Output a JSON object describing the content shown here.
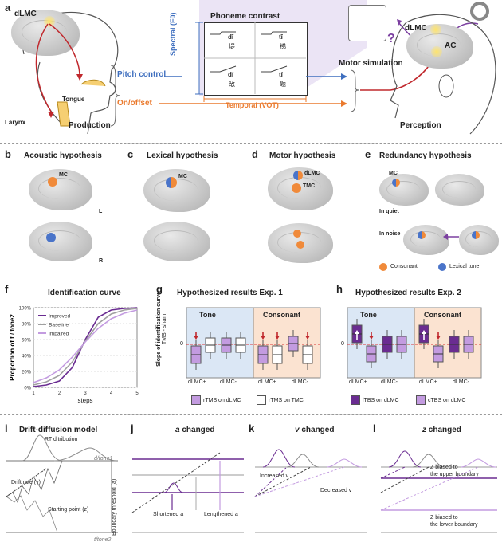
{
  "panel_a": {
    "label": "a",
    "dlmc_left": "dLMC",
    "larynx": "Larynx",
    "tongue": "Tongue",
    "production": "Production",
    "pitch_control": "Pitch control",
    "on_offset": "On/offset",
    "phoneme_contrast": "Phoneme contrast",
    "spectral": "Spectral (F0)",
    "temporal": "Temporal (VOT)",
    "cells": [
      {
        "pinyin": "dī",
        "char": "堤"
      },
      {
        "pinyin": "tī",
        "char": "梯"
      },
      {
        "pinyin": "dí",
        "char": "敌"
      },
      {
        "pinyin": "tí",
        "char": "题"
      }
    ],
    "dlmc_right": "dLMC",
    "ac": "AC",
    "question": "?",
    "motor_simulation": "Motor simulation",
    "perception": "Perception"
  },
  "panel_b": {
    "label": "b",
    "title": "Acoustic hypothesis",
    "mc": "MC",
    "L": "L",
    "R": "R"
  },
  "panel_c": {
    "label": "c",
    "title": "Lexical hypothesis",
    "mc": "MC"
  },
  "panel_d": {
    "label": "d",
    "title": "Motor hypothesis",
    "dlmc": "dLMC",
    "tmc": "TMC"
  },
  "panel_e": {
    "label": "e",
    "title": "Redundancy hypothesis",
    "mc": "MC",
    "in_quiet": "In quiet",
    "in_noise": "In noise",
    "legend_consonant": "Consonant",
    "legend_tone": "Lexical tone"
  },
  "panel_f": {
    "label": "f",
    "title": "Identification curve"
  },
  "panel_g": {
    "label": "g",
    "title": "Hypothesized results Exp. 1",
    "ylabel_1": "Slope of identification curve",
    "ylabel_2": "TMS - sham",
    "tone": "Tone",
    "consonant": "Consonant",
    "ticks": [
      "dLMC+",
      "dLMC-",
      "dLMC+",
      "dLMC-"
    ],
    "zero": "0",
    "legend_1": "rTMS on dLMC",
    "legend_2": "rTMS on TMC"
  },
  "panel_h": {
    "label": "h",
    "title": "Hypothesized results Exp. 2",
    "tone": "Tone",
    "consonant": "Consonant",
    "ticks": [
      "dLMC+",
      "dLMC-",
      "dLMC+",
      "dLMC-"
    ],
    "zero": "0",
    "legend_1": "iTBS on dLMC",
    "legend_2": "cTBS on dLMC"
  },
  "panel_i": {
    "label": "i",
    "title": "Drift-diffusion model",
    "rt": "RT ditribution",
    "d_tone1": "d/tone1",
    "t_tone2": "t/tone2",
    "drift": "Drift rate (v)",
    "start": "Starting point (z)",
    "boundary": "Boundary threshold (a)"
  },
  "panel_j": {
    "label": "j",
    "title_var": "a",
    "title_rest": " changed",
    "shortened": "Shortened a",
    "lengthened": "Lengthened a"
  },
  "panel_k": {
    "label": "k",
    "title_var": "v",
    "title_rest": " changed",
    "increased": "Increased v",
    "decreased": "Decreased v"
  },
  "panel_l": {
    "label": "l",
    "title_var": "z",
    "title_rest": " changed",
    "upper_1": "Z biased to",
    "upper_2": "the upper boundary",
    "lower_1": "Z biased to",
    "lower_2": "the lower boundary"
  },
  "chart_data": [
    {
      "type": "line",
      "title": "Identification curve",
      "xlabel": "steps",
      "ylabel": "Proportion of t / tone2",
      "xlim": [
        1,
        5
      ],
      "ylim": [
        0,
        100
      ],
      "x_ticks": [
        "1",
        "2",
        "3",
        "4",
        "5"
      ],
      "y_ticks": [
        "0%",
        "20%",
        "40%",
        "60%",
        "80%",
        "100%"
      ],
      "x": [
        1,
        1.5,
        2,
        2.5,
        3,
        3.5,
        4,
        4.5,
        5
      ],
      "series": [
        {
          "name": "Improved",
          "color": "#6a2c91",
          "values": [
            1,
            3,
            8,
            25,
            60,
            88,
            97,
            99,
            100
          ]
        },
        {
          "name": "Baseline",
          "color": "#a0a0a0",
          "values": [
            3,
            7,
            15,
            32,
            58,
            80,
            92,
            97,
            99
          ]
        },
        {
          "name": "Impaired",
          "color": "#c39be0",
          "values": [
            6,
            12,
            22,
            38,
            57,
            74,
            86,
            93,
            97
          ]
        }
      ]
    }
  ]
}
